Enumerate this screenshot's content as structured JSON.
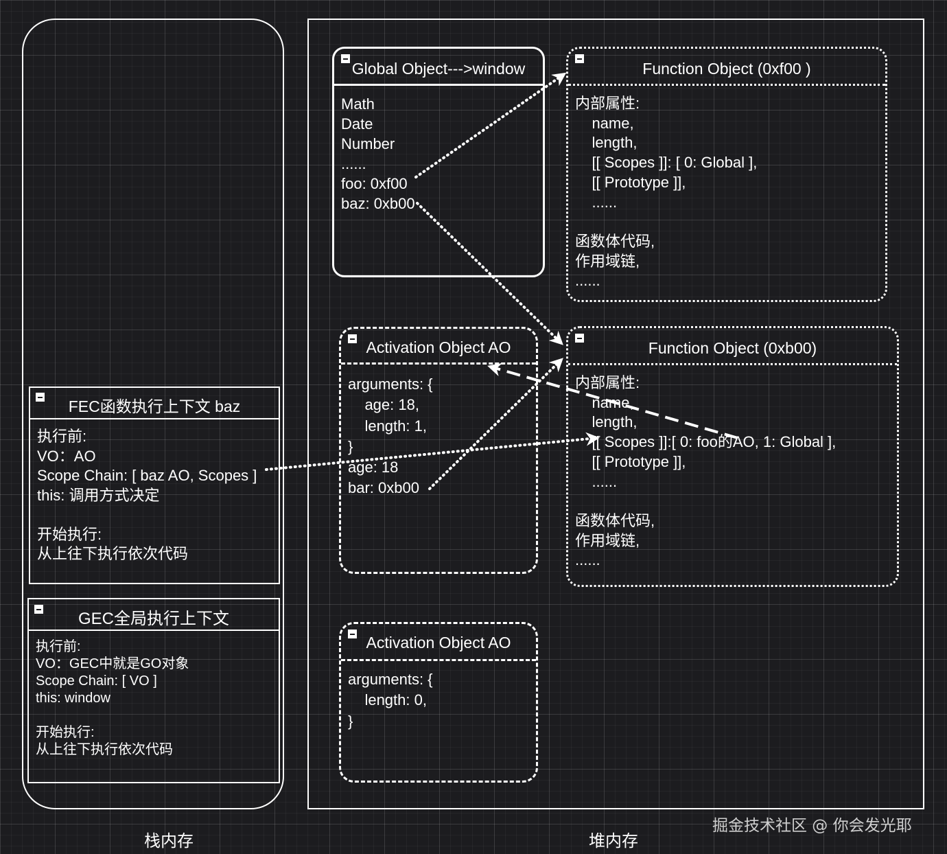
{
  "labels": {
    "stack_memory": "栈内存",
    "heap_memory": "堆内存",
    "watermark": "掘金技术社区 @ 你会发光耶"
  },
  "fec": {
    "title": "FEC函数执行上下文 baz",
    "body": "执行前:\nVO：AO\nScope Chain: [ baz AO, Scopes ]\nthis: 调用方式决定\n\n开始执行:\n从上往下执行依次代码"
  },
  "gec": {
    "title": "GEC全局执行上下文",
    "body": "执行前:\nVO：GEC中就是GO对象\nScope Chain: [ VO ]\nthis: window\n\n开始执行:\n从上往下执行依次代码"
  },
  "global_object": {
    "title": "Global Object--->window",
    "body": "Math\nDate\nNumber\n......\nfoo: 0xf00\nbaz: 0xb00"
  },
  "function_foo": {
    "title": "Function Object (0xf00 )",
    "body": "内部属性:\n    name,\n    length,\n    [[ Scopes ]]: [ 0: Global ],\n    [[ Prototype ]],\n    ......\n\n函数体代码,\n作用域链,\n......"
  },
  "function_bar": {
    "title": "Function Object (0xb00)",
    "body": "内部属性:\n    name,\n    length,\n    [[ Scopes ]]:[ 0: foo的AO, 1: Global ],\n    [[ Prototype ]],\n    ......\n\n函数体代码,\n作用域链,\n......"
  },
  "ao_baz": {
    "title": "Activation Object   AO",
    "body": "arguments: {\n    age: 18,\n    length: 1,\n}\nage: 18\nbar: 0xb00"
  },
  "ao_foo": {
    "title": "Activation Object   AO",
    "body": "arguments: {\n    length: 0,\n}"
  },
  "colors": {
    "background": "#1c1c1f",
    "stroke": "#ffffff"
  }
}
